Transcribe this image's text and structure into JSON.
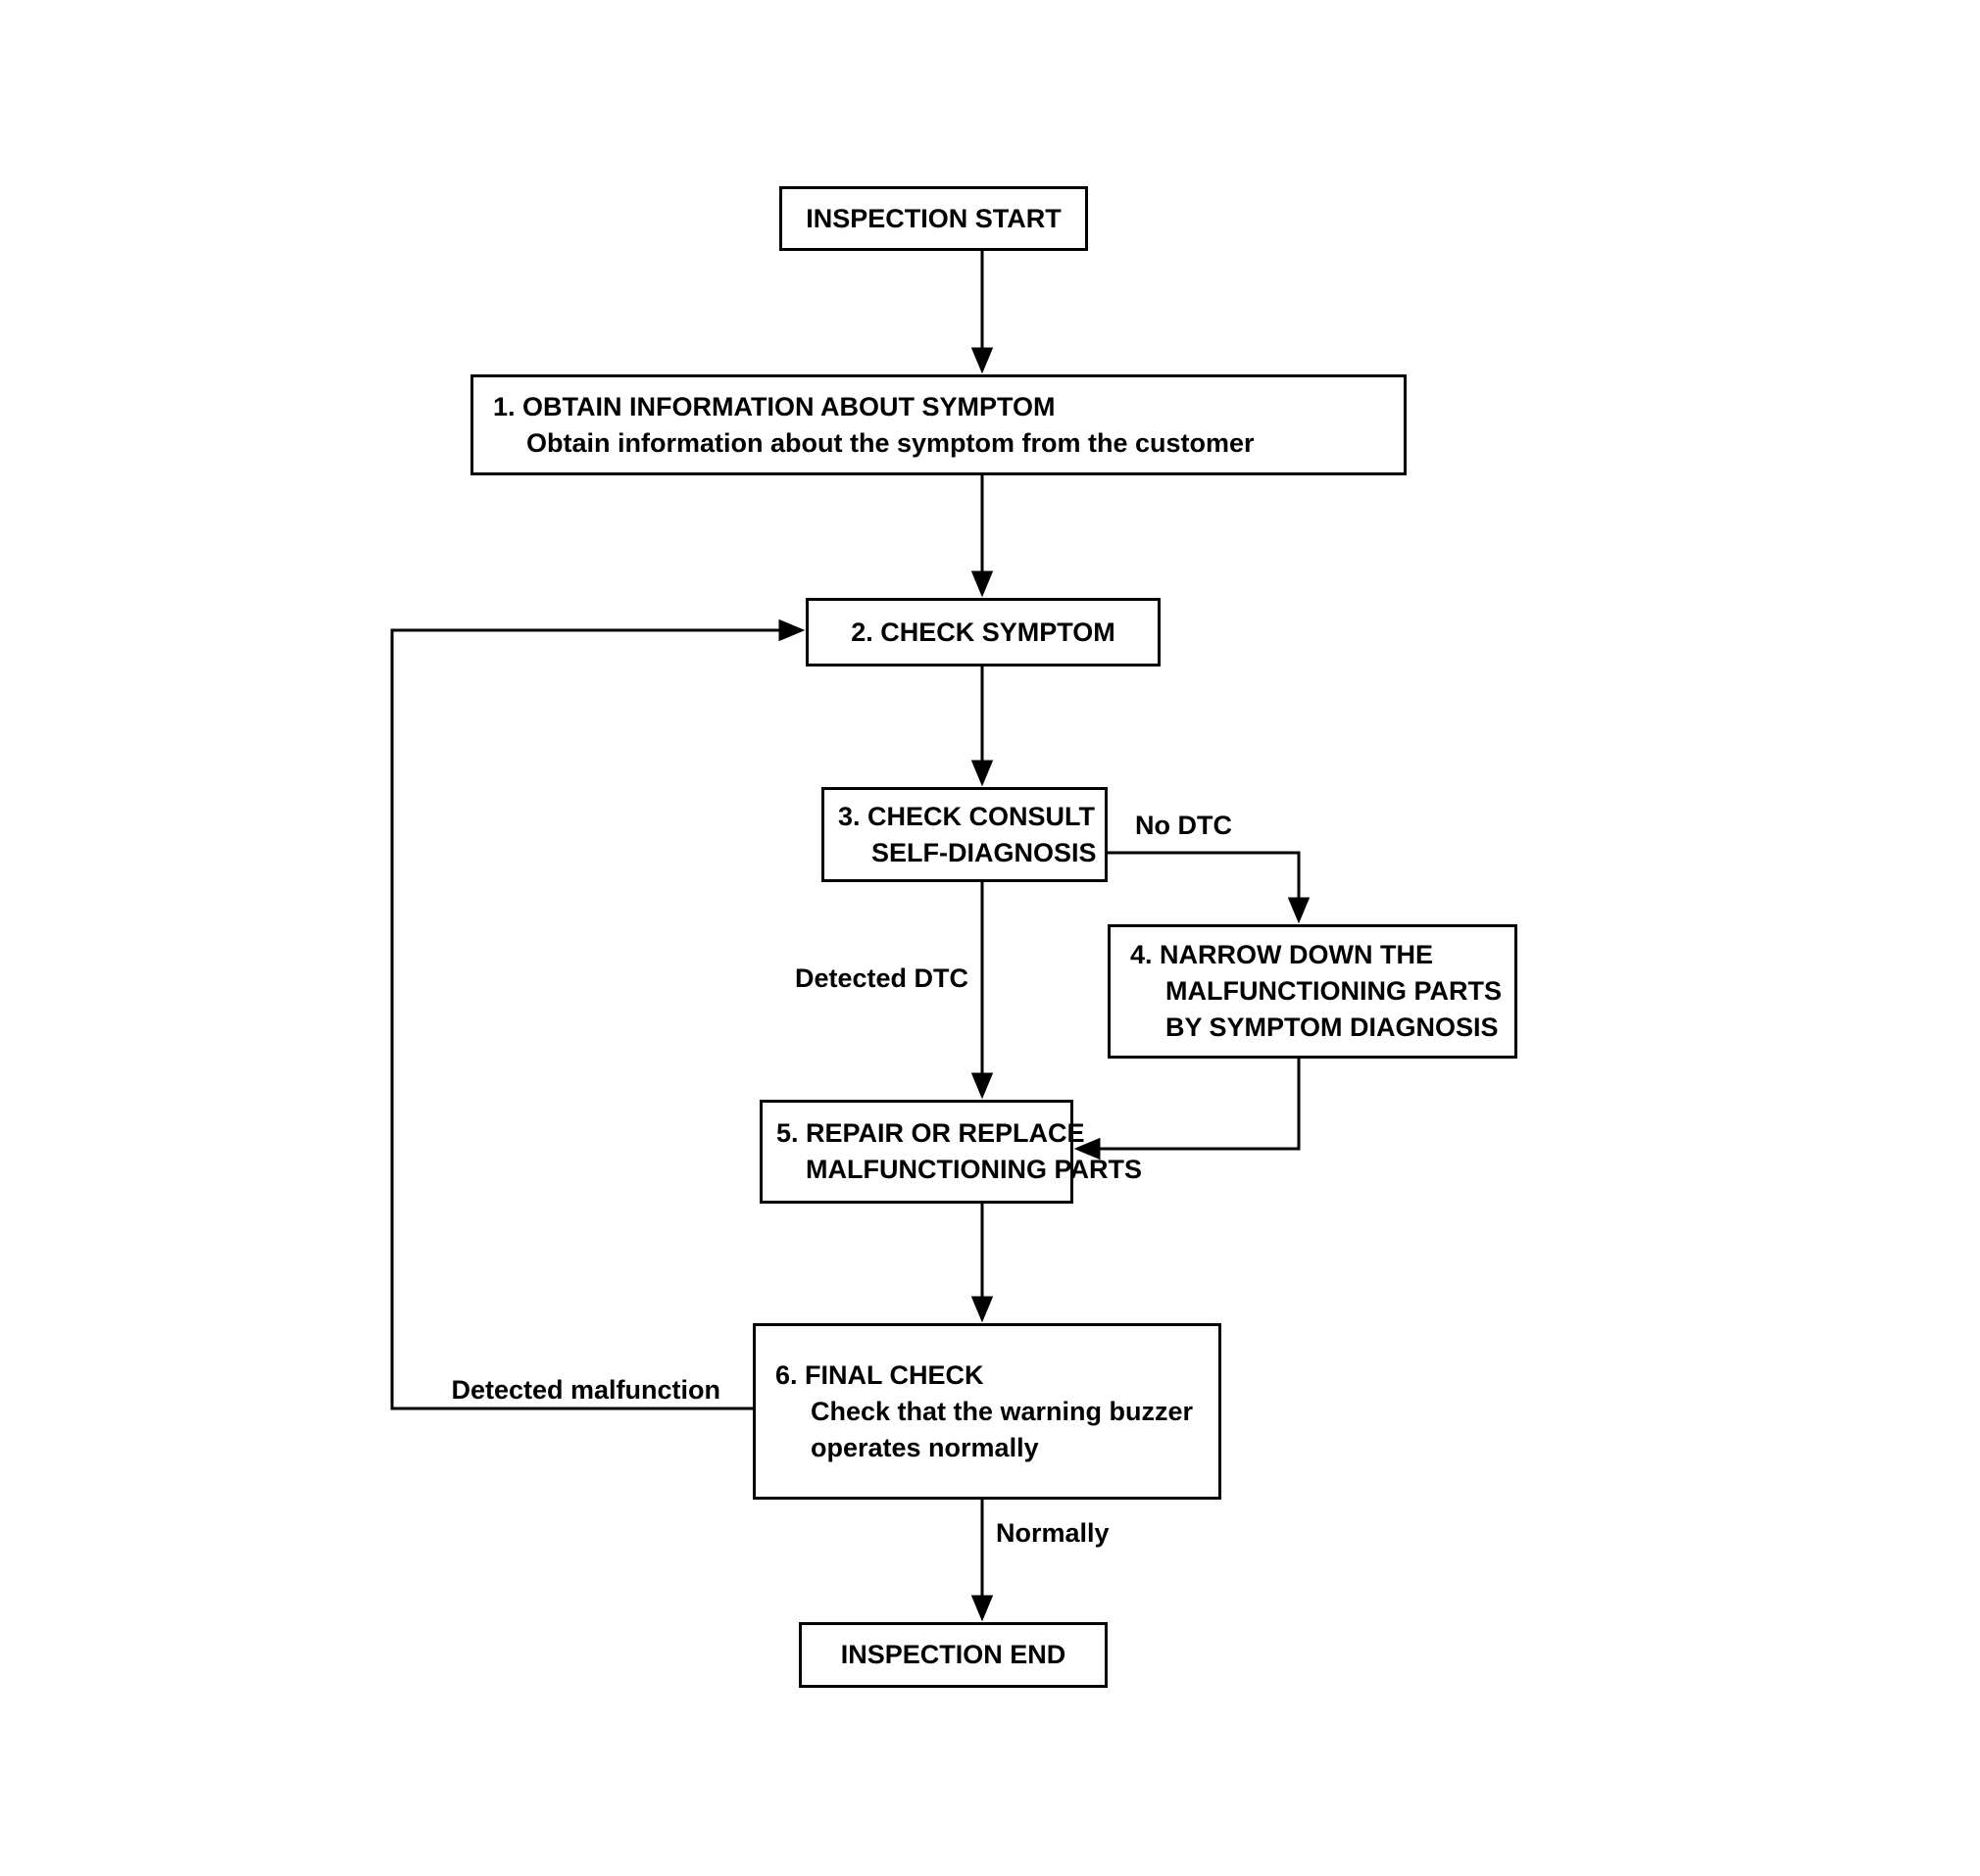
{
  "diagram_type": "flowchart",
  "colors": {
    "background": "#ffffff",
    "line": "#000000",
    "text": "#000000",
    "node_fill": "#ffffff"
  },
  "nodes": {
    "start": {
      "label": "INSPECTION START"
    },
    "step1": {
      "line1": "1. OBTAIN INFORMATION ABOUT SYMPTOM",
      "line2": "Obtain information about the symptom from the customer"
    },
    "step2": {
      "label": "2. CHECK SYMPTOM"
    },
    "step3": {
      "line1": "3. CHECK CONSULT",
      "line2": "SELF-DIAGNOSIS"
    },
    "step4": {
      "line1": "4. NARROW DOWN THE",
      "line2": "MALFUNCTIONING PARTS",
      "line3": "BY SYMPTOM DIAGNOSIS"
    },
    "step5": {
      "line1": "5. REPAIR OR REPLACE",
      "line2": "MALFUNCTIONING PARTS"
    },
    "step6": {
      "line1": "6. FINAL CHECK",
      "line2": "Check that the warning buzzer",
      "line3": "operates normally"
    },
    "end": {
      "label": "INSPECTION END"
    }
  },
  "edges": [
    {
      "from": "start",
      "to": "step1"
    },
    {
      "from": "step1",
      "to": "step2"
    },
    {
      "from": "step2",
      "to": "step3"
    },
    {
      "from": "step3",
      "to": "step4",
      "label": "No DTC"
    },
    {
      "from": "step3",
      "to": "step5",
      "label": "Detected DTC"
    },
    {
      "from": "step4",
      "to": "step5"
    },
    {
      "from": "step5",
      "to": "step6"
    },
    {
      "from": "step6",
      "to": "step2",
      "label": "Detected malfunction"
    },
    {
      "from": "step6",
      "to": "end",
      "label": "Normally"
    }
  ]
}
